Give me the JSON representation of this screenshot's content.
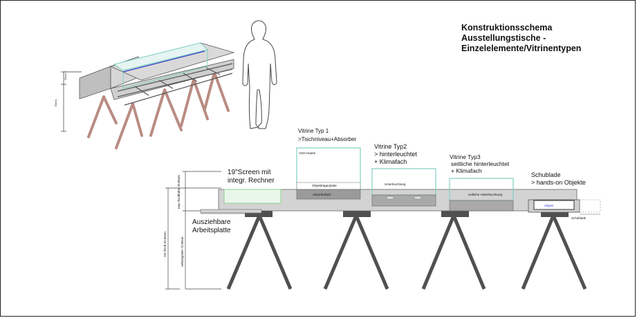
{
  "title": {
    "line1": "Konstruktionsschema",
    "line2": "Ausstellungstische -",
    "line3": "Einzelelemente/Vitrinentypen"
  },
  "labels": {
    "screen": [
      "19\"Screen mit",
      "integr. Rechner"
    ],
    "ausziehbare": [
      "Ausziehbare",
      "Arbeitsplatte"
    ],
    "vitrine1": [
      "Vitrine Typ 1",
      ">Tischniveau+Absorber"
    ],
    "vitrine2": [
      "Vitrine Typ2",
      "> hinterleuchtet",
      "+ Klimafach"
    ],
    "vitrine3": [
      "Vitrine Typ3",
      "seitliche hinterleuchtet",
      "+ Klimafach"
    ],
    "schublade": [
      "Schublade",
      "> hands-on Objekte"
    ]
  },
  "small_labels": {
    "vsg_haube": "VSG-Haube",
    "objekttraegerplatte": "Objektträgerplatte",
    "absorberfach": "Absorberfach",
    "unterleuchtung": "Unterleuchtung",
    "seitliche_hinterleuchtung": "seitliche Hinterleuchtung",
    "objekt": "Objekt",
    "schublade_small": "Schublade"
  },
  "dimensions": {
    "ok_tisch": "OK Tisch 92,00cm",
    "arbeitsplatte": "Arbeitsplatte 72,00cm",
    "max_tischhoehe": "max Tischhöhe 20,00cm",
    "iso_small": "20cm",
    "iso_large": "93cm"
  },
  "colors": {
    "line": "#333333",
    "glass": "#7fd0c0",
    "leg_iso": "#b98c82",
    "leg": "#505050",
    "blue": "#3a3ad0"
  }
}
